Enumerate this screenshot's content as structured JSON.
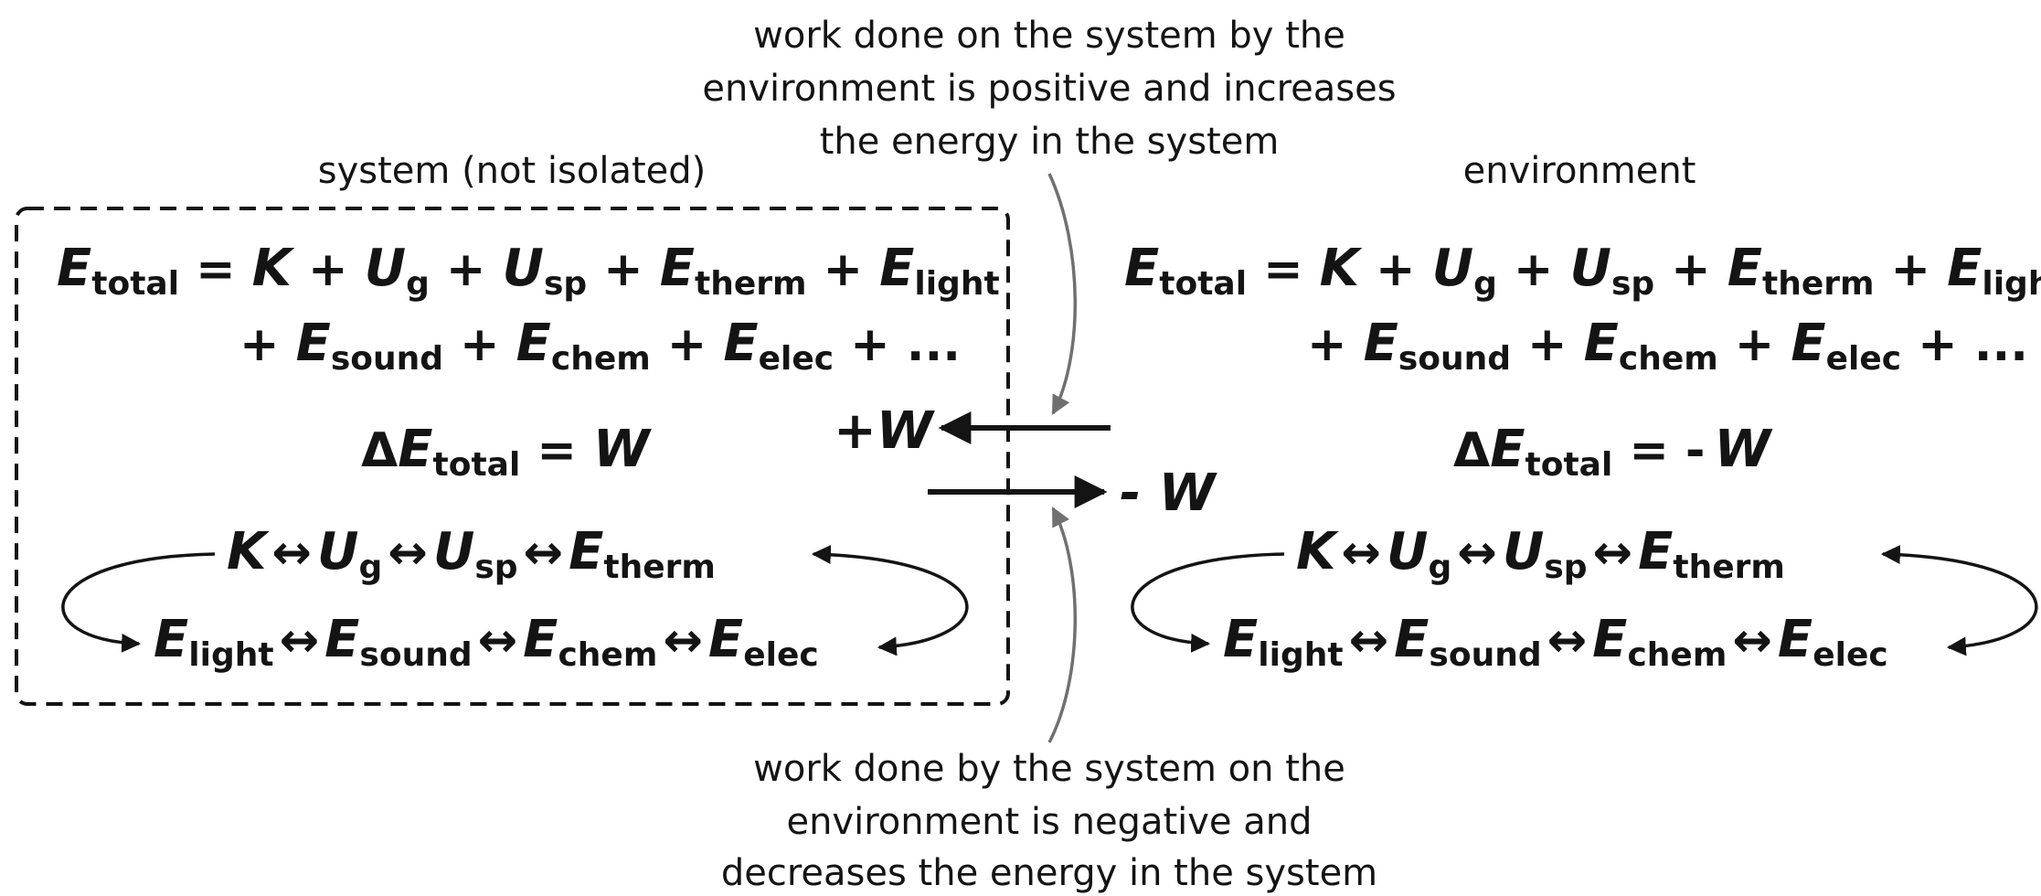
{
  "labels": {
    "system": "system (not isolated)",
    "environment": "environment"
  },
  "top_note": [
    "work done on the system by the",
    "environment is positive and increases",
    "the energy in the system"
  ],
  "bottom_note": [
    "work done by the system on the",
    "environment is negative and",
    "decreases the energy in the system"
  ],
  "symbols": {
    "E": "E",
    "K": "K",
    "U": "U",
    "W": "W",
    "delta": "Δ",
    "eq": "=",
    "plus": "+",
    "minus": "-",
    "ellipsis": "...",
    "arrow": "↔"
  },
  "subscripts": {
    "total": "total",
    "g": "g",
    "sp": "sp",
    "therm": "therm",
    "light": "light",
    "sound": "sound",
    "chem": "chem",
    "elec": "elec"
  },
  "work": {
    "positive": "+W",
    "negative": "- W"
  },
  "colors": {
    "text": "#141414",
    "annotation_arrow": "#707070"
  }
}
